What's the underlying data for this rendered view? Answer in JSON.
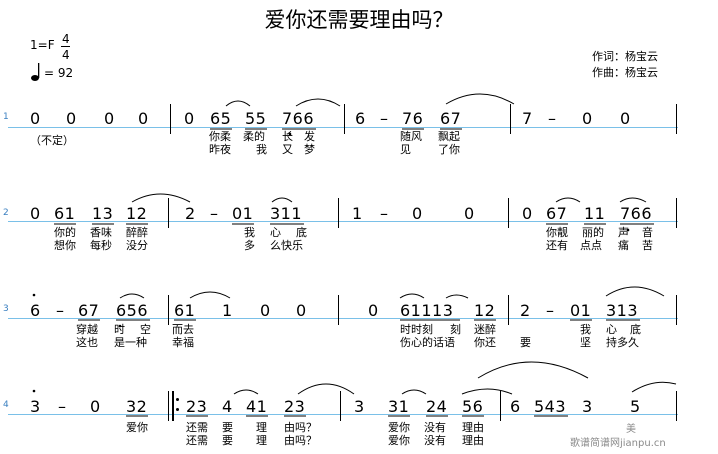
{
  "title": "爱你还需要理由吗？",
  "key": "1=F",
  "time_top": "4",
  "time_bottom": "4",
  "tempo": "= 92",
  "lyricist": "作词：杨宝云",
  "composer": "作曲：杨宝云",
  "watermark": "歌谱简谱网jianpu.cn",
  "watermark_small": "美",
  "rows": [
    {
      "num": "1",
      "notes": [
        "0",
        "0",
        "0",
        "0",
        "0",
        "65",
        "55",
        "766",
        "6",
        "–",
        "76",
        "67",
        "7",
        "–",
        "0",
        "0"
      ],
      "lyrics1": [
        "（不定）",
        "你柔",
        "柔的",
        "长",
        "发",
        "随风",
        "飘起"
      ],
      "lyrics2": [
        "昨夜",
        "我",
        "又",
        "梦",
        "见",
        "了你"
      ]
    },
    {
      "num": "2",
      "notes": [
        "0",
        "61",
        "13",
        "12",
        "2",
        "–",
        "01",
        "311",
        "1",
        "–",
        "0",
        "0",
        "0",
        "67",
        "11",
        "766"
      ],
      "lyrics1": [
        "你的",
        "香味",
        "醉醉",
        "我",
        "心",
        "底",
        "你靓",
        "丽的",
        "声",
        "音"
      ],
      "lyrics2": [
        "想你",
        "每秒",
        "没分",
        "多",
        "么快乐",
        "还有",
        "点点",
        "痛",
        "苦"
      ]
    },
    {
      "num": "3",
      "notes": [
        "6",
        "–",
        "67",
        "656",
        "61",
        "1",
        "0",
        "0",
        "0",
        "61113",
        "12",
        "2",
        "–",
        "01",
        "313"
      ],
      "lyrics1": [
        "穿越",
        "时",
        "空",
        "而去",
        "时时刻",
        "刻",
        "迷醉",
        "我",
        "心",
        "底"
      ],
      "lyrics2": [
        "这也",
        "是一种",
        "幸福",
        "伤心的话语",
        "你还",
        "要",
        "坚",
        "持多久"
      ]
    },
    {
      "num": "4",
      "notes": [
        "3",
        "–",
        "0",
        "32",
        "23",
        "4",
        "41",
        "23",
        "3",
        "31",
        "24",
        "56",
        "6",
        "543",
        "3",
        "5"
      ],
      "lyrics1": [
        "爱你",
        "还需",
        "要",
        "理",
        "由吗？",
        "爱你",
        "没有",
        "理由"
      ],
      "lyrics2": [
        "还需",
        "要",
        "理",
        "由吗？",
        "爱你",
        "没有",
        "理由"
      ]
    }
  ]
}
